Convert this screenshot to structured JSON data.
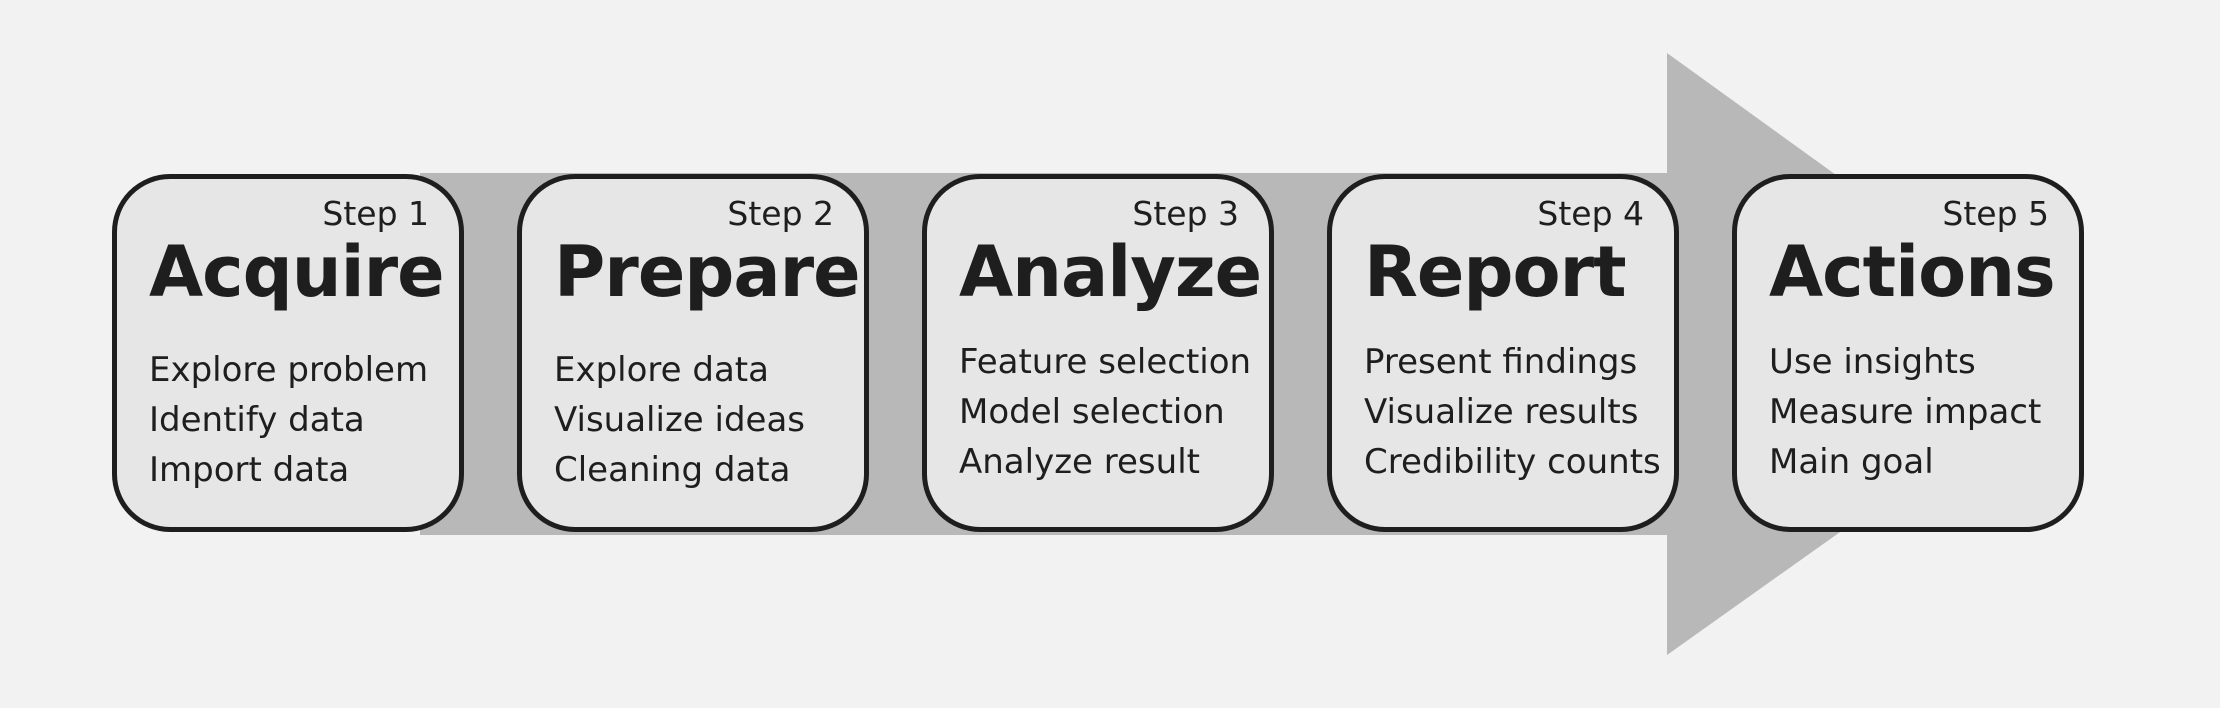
{
  "colors": {
    "background": "#f2f2f2",
    "arrow": "#b8b8b8",
    "card_fill": "#e6e6e6",
    "card_border": "#1e1e1e",
    "text": "#1e1e1e"
  },
  "steps": [
    {
      "step": "Step 1",
      "title": "Acquire",
      "items": [
        "Explore problem",
        "Identify data",
        "Import data"
      ]
    },
    {
      "step": "Step 2",
      "title": "Prepare",
      "items": [
        "Explore data",
        "Visualize ideas",
        "Cleaning data"
      ]
    },
    {
      "step": "Step 3",
      "title": "Analyze",
      "items": [
        "Feature selection",
        "Model selection",
        "Analyze result"
      ]
    },
    {
      "step": "Step 4",
      "title": "Report",
      "items": [
        "Present findings",
        "Visualize results",
        "Credibility counts"
      ]
    },
    {
      "step": "Step 5",
      "title": "Actions",
      "items": [
        "Use insights",
        "Measure impact",
        "Main goal"
      ]
    }
  ]
}
